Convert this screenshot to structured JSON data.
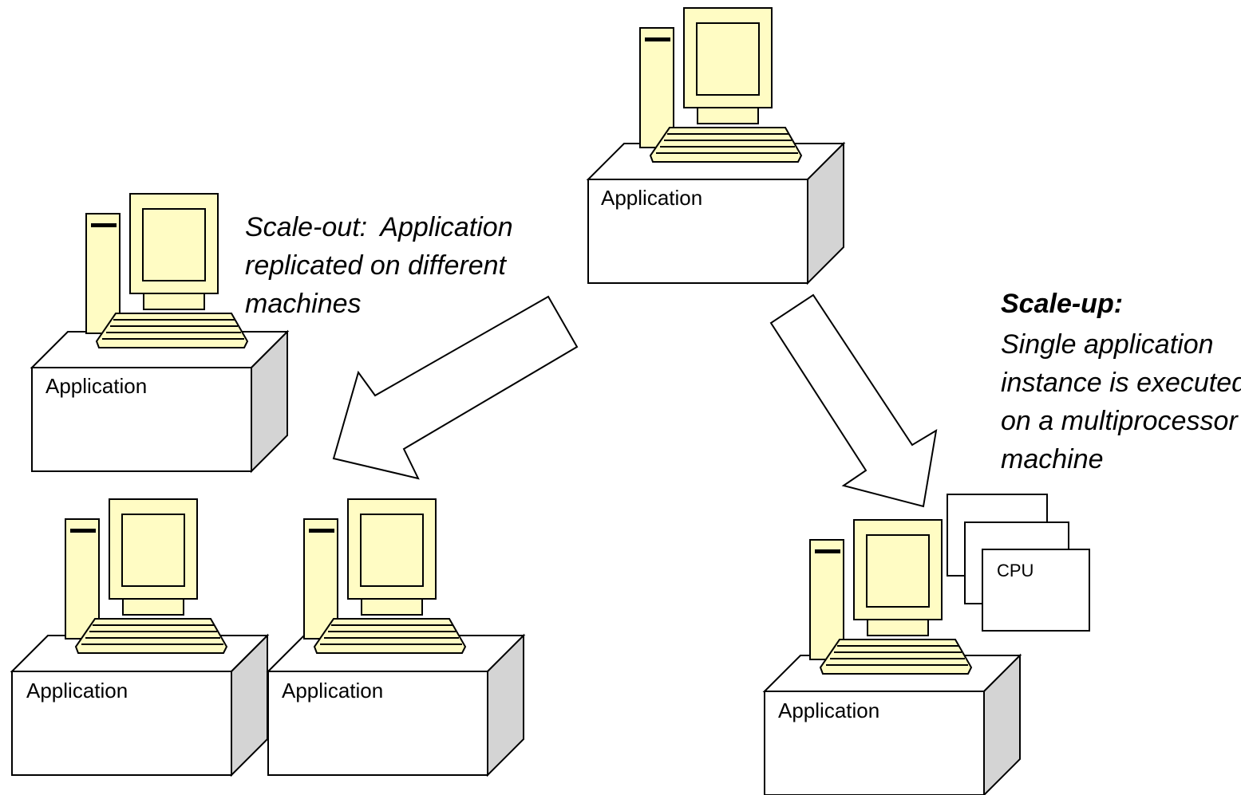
{
  "machines": {
    "top": {
      "label": "Application"
    },
    "left_single": {
      "label": "Application"
    },
    "left_pair_1": {
      "label": "Application"
    },
    "left_pair_2": {
      "label": "Application"
    },
    "right": {
      "label": "Application"
    }
  },
  "cpu_label": "CPU",
  "scale_out": {
    "title": "Scale-out:",
    "line1": "Application",
    "line2": "replicated on different",
    "line3": "machines"
  },
  "scale_up": {
    "title": "Scale-up:",
    "line1": "Single application",
    "line2": "instance is executed",
    "line3": "on a multiprocessor",
    "line4": "machine"
  },
  "colors": {
    "computer_fill": "#fffcc4",
    "box_side": "#d4d4d4",
    "stroke": "#000000"
  }
}
